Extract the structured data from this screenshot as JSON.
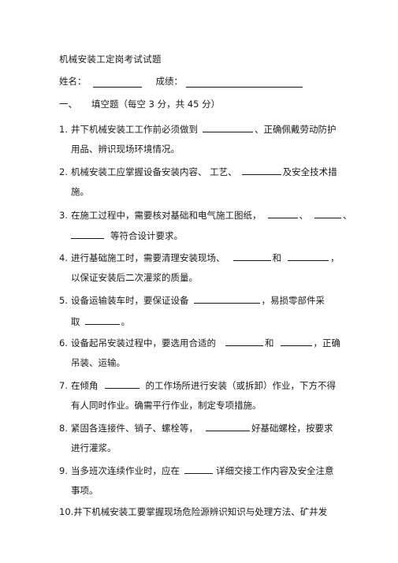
{
  "title": "机械安装工定岗考试试题",
  "info": {
    "name_label": "姓名：",
    "score_label": "成绩："
  },
  "section": {
    "number": "一、",
    "heading": "填空题（每空 3 分，共 45 分）"
  },
  "questions": [
    {
      "n": "1.",
      "l1a": "井下机械安装工工作前必须做到",
      "l1b": "、正确佩戴劳动防护",
      "l2": "用品、辨识现场环境情况。"
    },
    {
      "n": "2.",
      "l1a": "机械安装工应掌握设备安装内容、 工艺、",
      "l1b": "及安全技术措",
      "l2": "施。"
    },
    {
      "n": "3.",
      "l1a": "在施工过程中，需要核对基础和电气施工图纸，",
      "l1b": "、",
      "l1c": "、",
      "l2": "等符合设计要求。"
    },
    {
      "n": "4.",
      "l1a": "进行基础施工时，需要清理安装现场、",
      "l1b": "和",
      "l1c": "，",
      "l2": "以保证安装后二次灌浆的质量。"
    },
    {
      "n": "5.",
      "l1a": "设备运输装车时，要保证设备",
      "l1b": "，易损零部件采",
      "l2a": "取",
      "l2b": "。"
    },
    {
      "n": "6.",
      "l1a": "设备起吊安装过程中，要选用合适的",
      "l1b": "和",
      "l1c": "，正确",
      "l2": "吊装、运输。"
    },
    {
      "n": "7.",
      "l1a": "在倾角",
      "l1b": "的工作场所进行安装（或拆卸）作业，下方不得",
      "l2": "有人同时作业。确需平行作业，制定专项措施。"
    },
    {
      "n": "8.",
      "l1a": "紧固各连接件、销子、螺栓等，",
      "l1b": "好基础螺栓，按要求",
      "l2": "进行灌浆。"
    },
    {
      "n": "9.",
      "l1a": "当多班次连续作业时，应在",
      "l1b": "详细交接工作内容及安全注意",
      "l2": "事项。"
    },
    {
      "n": "10.",
      "l1a": "井下机械安装工要掌握现场危险源辨识知识与处理方法、矿井发"
    }
  ]
}
